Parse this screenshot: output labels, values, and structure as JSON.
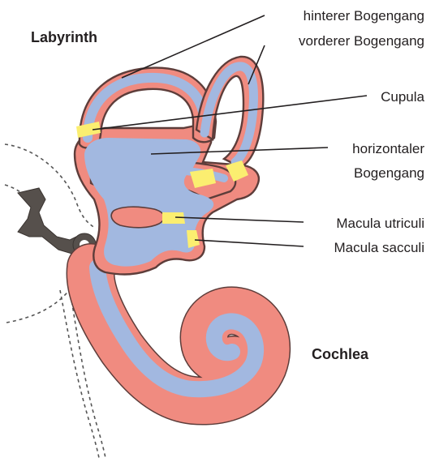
{
  "title": "Labyrinth",
  "section_label": "Cochlea",
  "labels": {
    "posterior_canal": "hinterer Bogengang",
    "anterior_canal": "vorderer Bogengang",
    "cupula": "Cupula",
    "horizontal_canal_line1": "horizontaler",
    "horizontal_canal_line2": "Bogengang",
    "macula_utriculi": "Macula utriculi",
    "macula_sacculi": "Macula sacculi"
  },
  "colors": {
    "outer_tissue": "#f08b80",
    "endolymph": "#a2b8e0",
    "outline": "#5d3d3a",
    "sensory": "#fbee70",
    "ossicles": "#56504c",
    "leader": "#231f20"
  }
}
